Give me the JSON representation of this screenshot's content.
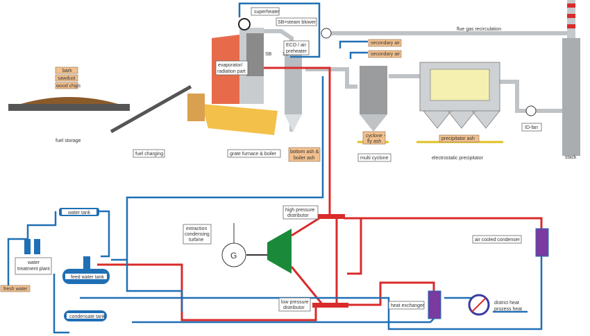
{
  "labels": {
    "superheater": "superheater",
    "steam_blower": "SB=steam blower",
    "sb1": "SB",
    "sb2": "SB",
    "eco1": "ECO / air",
    "eco2": "preheater",
    "evap1": "evaporator/",
    "evap2": "radiation part",
    "secondary_air_1": "secondary air",
    "secondary_air_2": "secondary air",
    "flue_gas": "flue gas recirculation",
    "bark": "bark",
    "sawdust": "sawdust",
    "wood_chips": "wood chips",
    "fuel_storage": "fuel storage",
    "fuel_charging": "fuel charging",
    "grate_furnace": "grate furnace & boiler",
    "bottom_ash1": "bottom ash &",
    "bottom_ash2": "boiler ash",
    "cyclone_ash1": "cyclone -",
    "cyclone_ash2": "fly ash",
    "multi_cyclone": "multi cyclone",
    "precipitator_ash": "precipitator ash",
    "esp": "electrostatic precipitator",
    "id_fan": "ID-fan",
    "stack": "stack",
    "hp1": "high pressure",
    "hp2": "distributor",
    "turb1": "extraction",
    "turb2": "condensing",
    "turb3": "turbine",
    "generator": "G",
    "acc": "air cooled condenser",
    "water_tank": "water tank",
    "wtp1": "water",
    "wtp2": "treatment plant",
    "fresh_water": "fresh water",
    "feed_water_tank": "feed water tank",
    "condensate_tank": "condensate tank",
    "lp1": "low pressure",
    "lp2": "distributor",
    "heat_exchanger": "heat exchanger",
    "dh1": "district heat",
    "dh2": "prozess heat"
  },
  "colors": {
    "water": "#1f6fb5",
    "steam": "#d92b2b",
    "turbine": "#1a8a3a",
    "fuel_label": "#f2c08e"
  }
}
